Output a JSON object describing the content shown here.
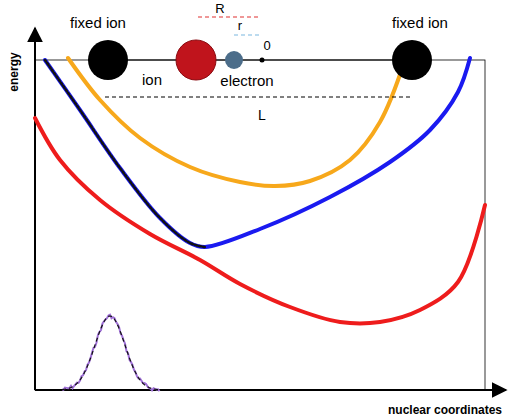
{
  "diagram": {
    "labels": [
      "energy",
      "fixed ion",
      "R",
      "r",
      "0",
      "fixed ion",
      "ion",
      "electron",
      "L",
      "nuclear coordinates"
    ]
  }
}
